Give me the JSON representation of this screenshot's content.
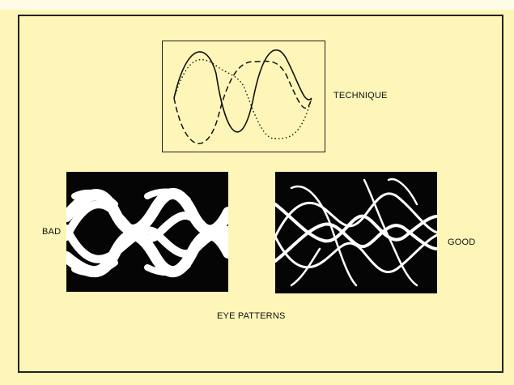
{
  "diagram": {
    "technique_label": "TECHNIQUE",
    "bad_label": "BAD",
    "good_label": "GOOD",
    "caption": "EYE PATTERNS"
  },
  "colors": {
    "background": "#fdf6b8",
    "ink": "#111111",
    "scope_background": "#050505",
    "trace": "#ffffff"
  }
}
